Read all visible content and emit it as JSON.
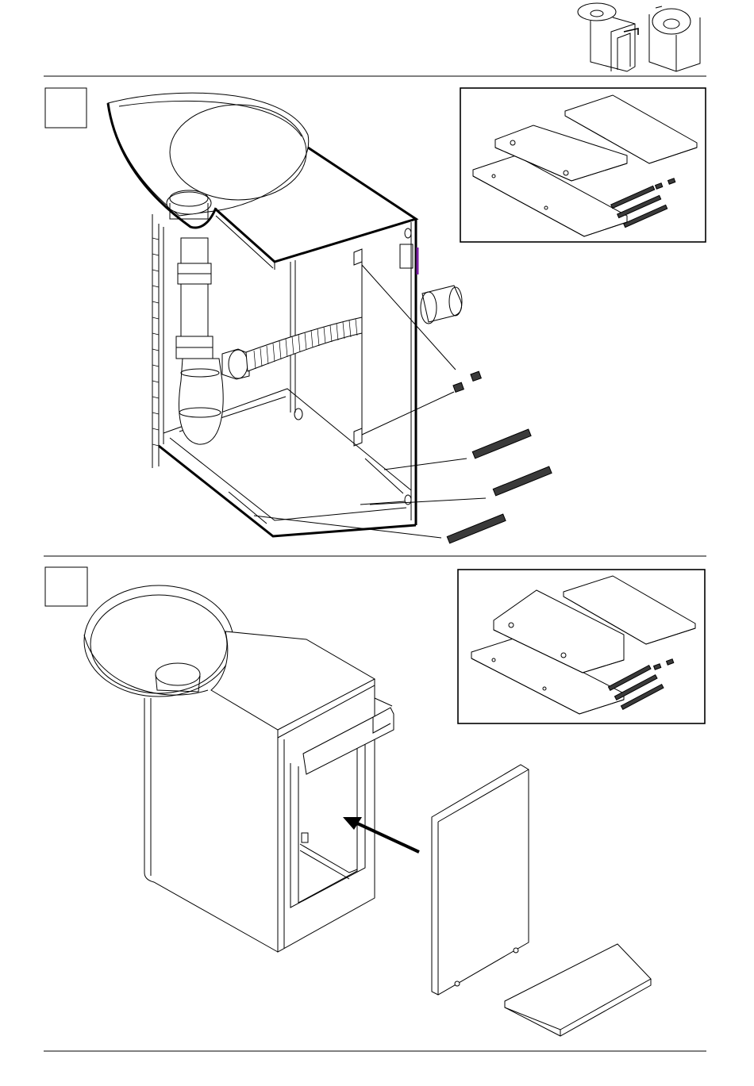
{
  "page": {
    "background": "#ffffff",
    "line_color": "#000000",
    "strip_color": "#3a3a3a",
    "accent": "#7a1fa2"
  },
  "steps": [
    {
      "number": "",
      "icon": "assembly-step-box"
    },
    {
      "number": "",
      "icon": "assembly-step-box"
    }
  ],
  "thumbnails": [
    {
      "icon": "washbasin-cabinet-front-icon"
    },
    {
      "icon": "washbasin-cabinet-back-icon"
    }
  ],
  "parts_kit": {
    "items": [
      "panel",
      "panel",
      "pads",
      "pads",
      "strips",
      "strips",
      "strips"
    ]
  }
}
